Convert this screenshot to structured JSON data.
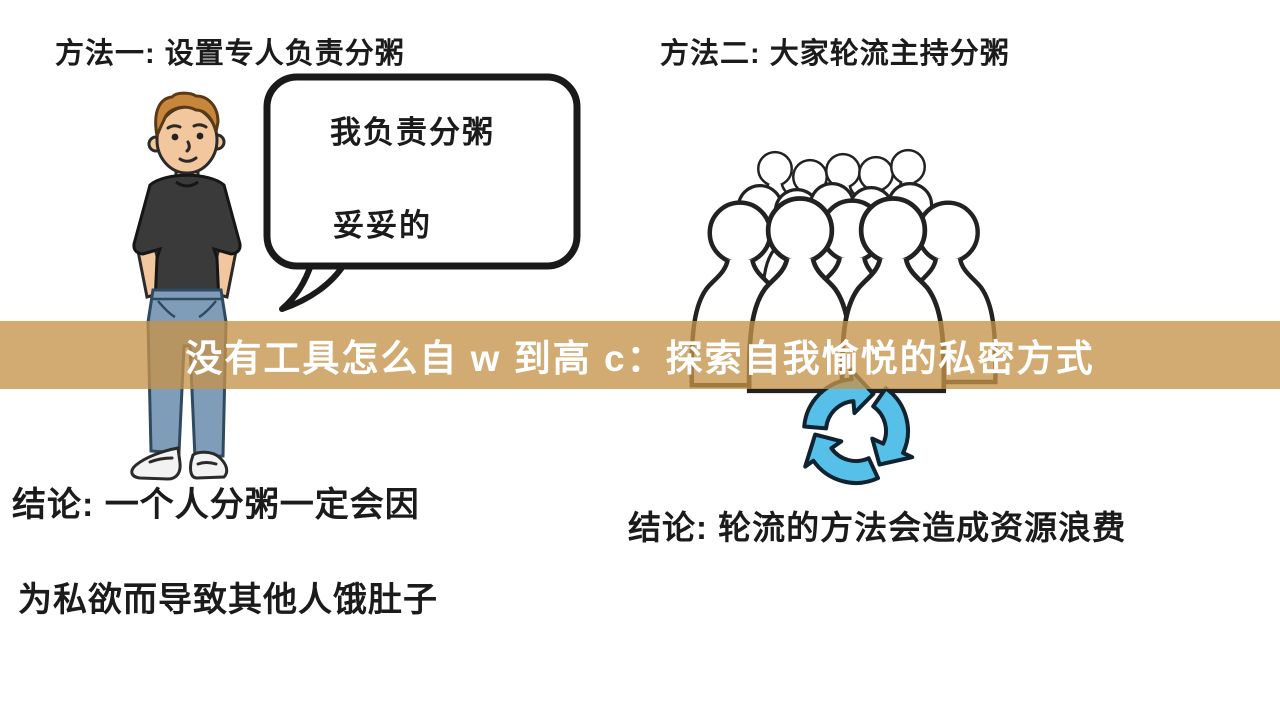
{
  "left_section": {
    "title": "方法一: 设置专人负责分粥",
    "speech_bubble": {
      "line1": "我负责分粥",
      "line2": "妥妥的"
    },
    "conclusion_line1": "结论: 一个人分粥一定会因",
    "conclusion_line2": "为私欲而导致其他人饿肚子"
  },
  "right_section": {
    "title": "方法二: 大家轮流主持分粥",
    "conclusion": "结论: 轮流的方法会造成资源浪费"
  },
  "overlay_banner": {
    "text": "没有工具怎么自 w 到高 c：探索自我愉悦的私密方式"
  },
  "icons": {
    "rotation_icon": "circular-arrows-rotation",
    "crowd": "crowd-of-people-outline",
    "man": "man-in-black-tshirt",
    "speech_bubble": "speech-bubble"
  },
  "colors": {
    "banner_bg": "rgba(197,147,74,0.78)",
    "banner_text": "#ffffff",
    "ink": "#1b1b1b",
    "icon_blue": "#56c0e8",
    "icon_outline": "#0f2430",
    "skin": "#f2c79e",
    "hair": "#c8863c",
    "hair_outline": "#5a3a16",
    "shirt": "#3a3a3a",
    "jeans": "#7f9db9",
    "jeans_outline": "#2f4a60",
    "shoe": "#f2f2f2",
    "outline": "#2a2a2a",
    "bubble_outline": "#1a1a1a"
  }
}
